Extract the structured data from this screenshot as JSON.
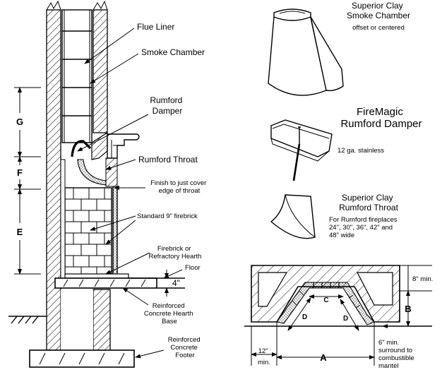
{
  "left_section": {
    "labels": {
      "flue_liner": "Flue Liner",
      "smoke_chamber": "Smoke Chamber",
      "rumford_damper": [
        "Rumford",
        "Damper"
      ],
      "rumford_throat": "Rumford Throat",
      "finish_note": [
        "Finish to just cover",
        "edge of throat"
      ],
      "firebrick": "Standard 9\" firebrick",
      "hearth_lining": [
        "Firebrick or",
        "Refractory Hearth"
      ],
      "floor": "Floor",
      "hearth_base": [
        "Reinforced",
        "Concrete Hearth",
        "Base"
      ],
      "footer": [
        "Reinforced",
        "Concrete",
        "Footer"
      ]
    },
    "dimensions": {
      "g": "G",
      "f": "F",
      "e": "E",
      "hearth_thickness": "4\""
    }
  },
  "right_section": {
    "smoke_chamber_product": {
      "title": [
        "Superior Clay",
        "Smoke Chamber"
      ],
      "note": "offset or centered"
    },
    "damper_product": {
      "title": [
        "FireMagic",
        "Rumford Damper"
      ],
      "note": "12 ga. stainless"
    },
    "throat_product": {
      "title": [
        "Superior Clay",
        "Rumford Throat"
      ],
      "note": [
        "For Rumford fireplaces",
        "24\", 30\", 36\", 42\" and",
        "48\" wide"
      ]
    },
    "plan_view": {
      "dimensions": {
        "hearth_depth": "8\" min.",
        "b": "B",
        "c": "C",
        "d_left": "D",
        "d_right": "D",
        "a": "A",
        "side_clearance": [
          "12\"",
          "min."
        ],
        "mantel_clearance": [
          "6\" min.",
          "surround to",
          "combustible",
          "mantel"
        ]
      }
    }
  }
}
